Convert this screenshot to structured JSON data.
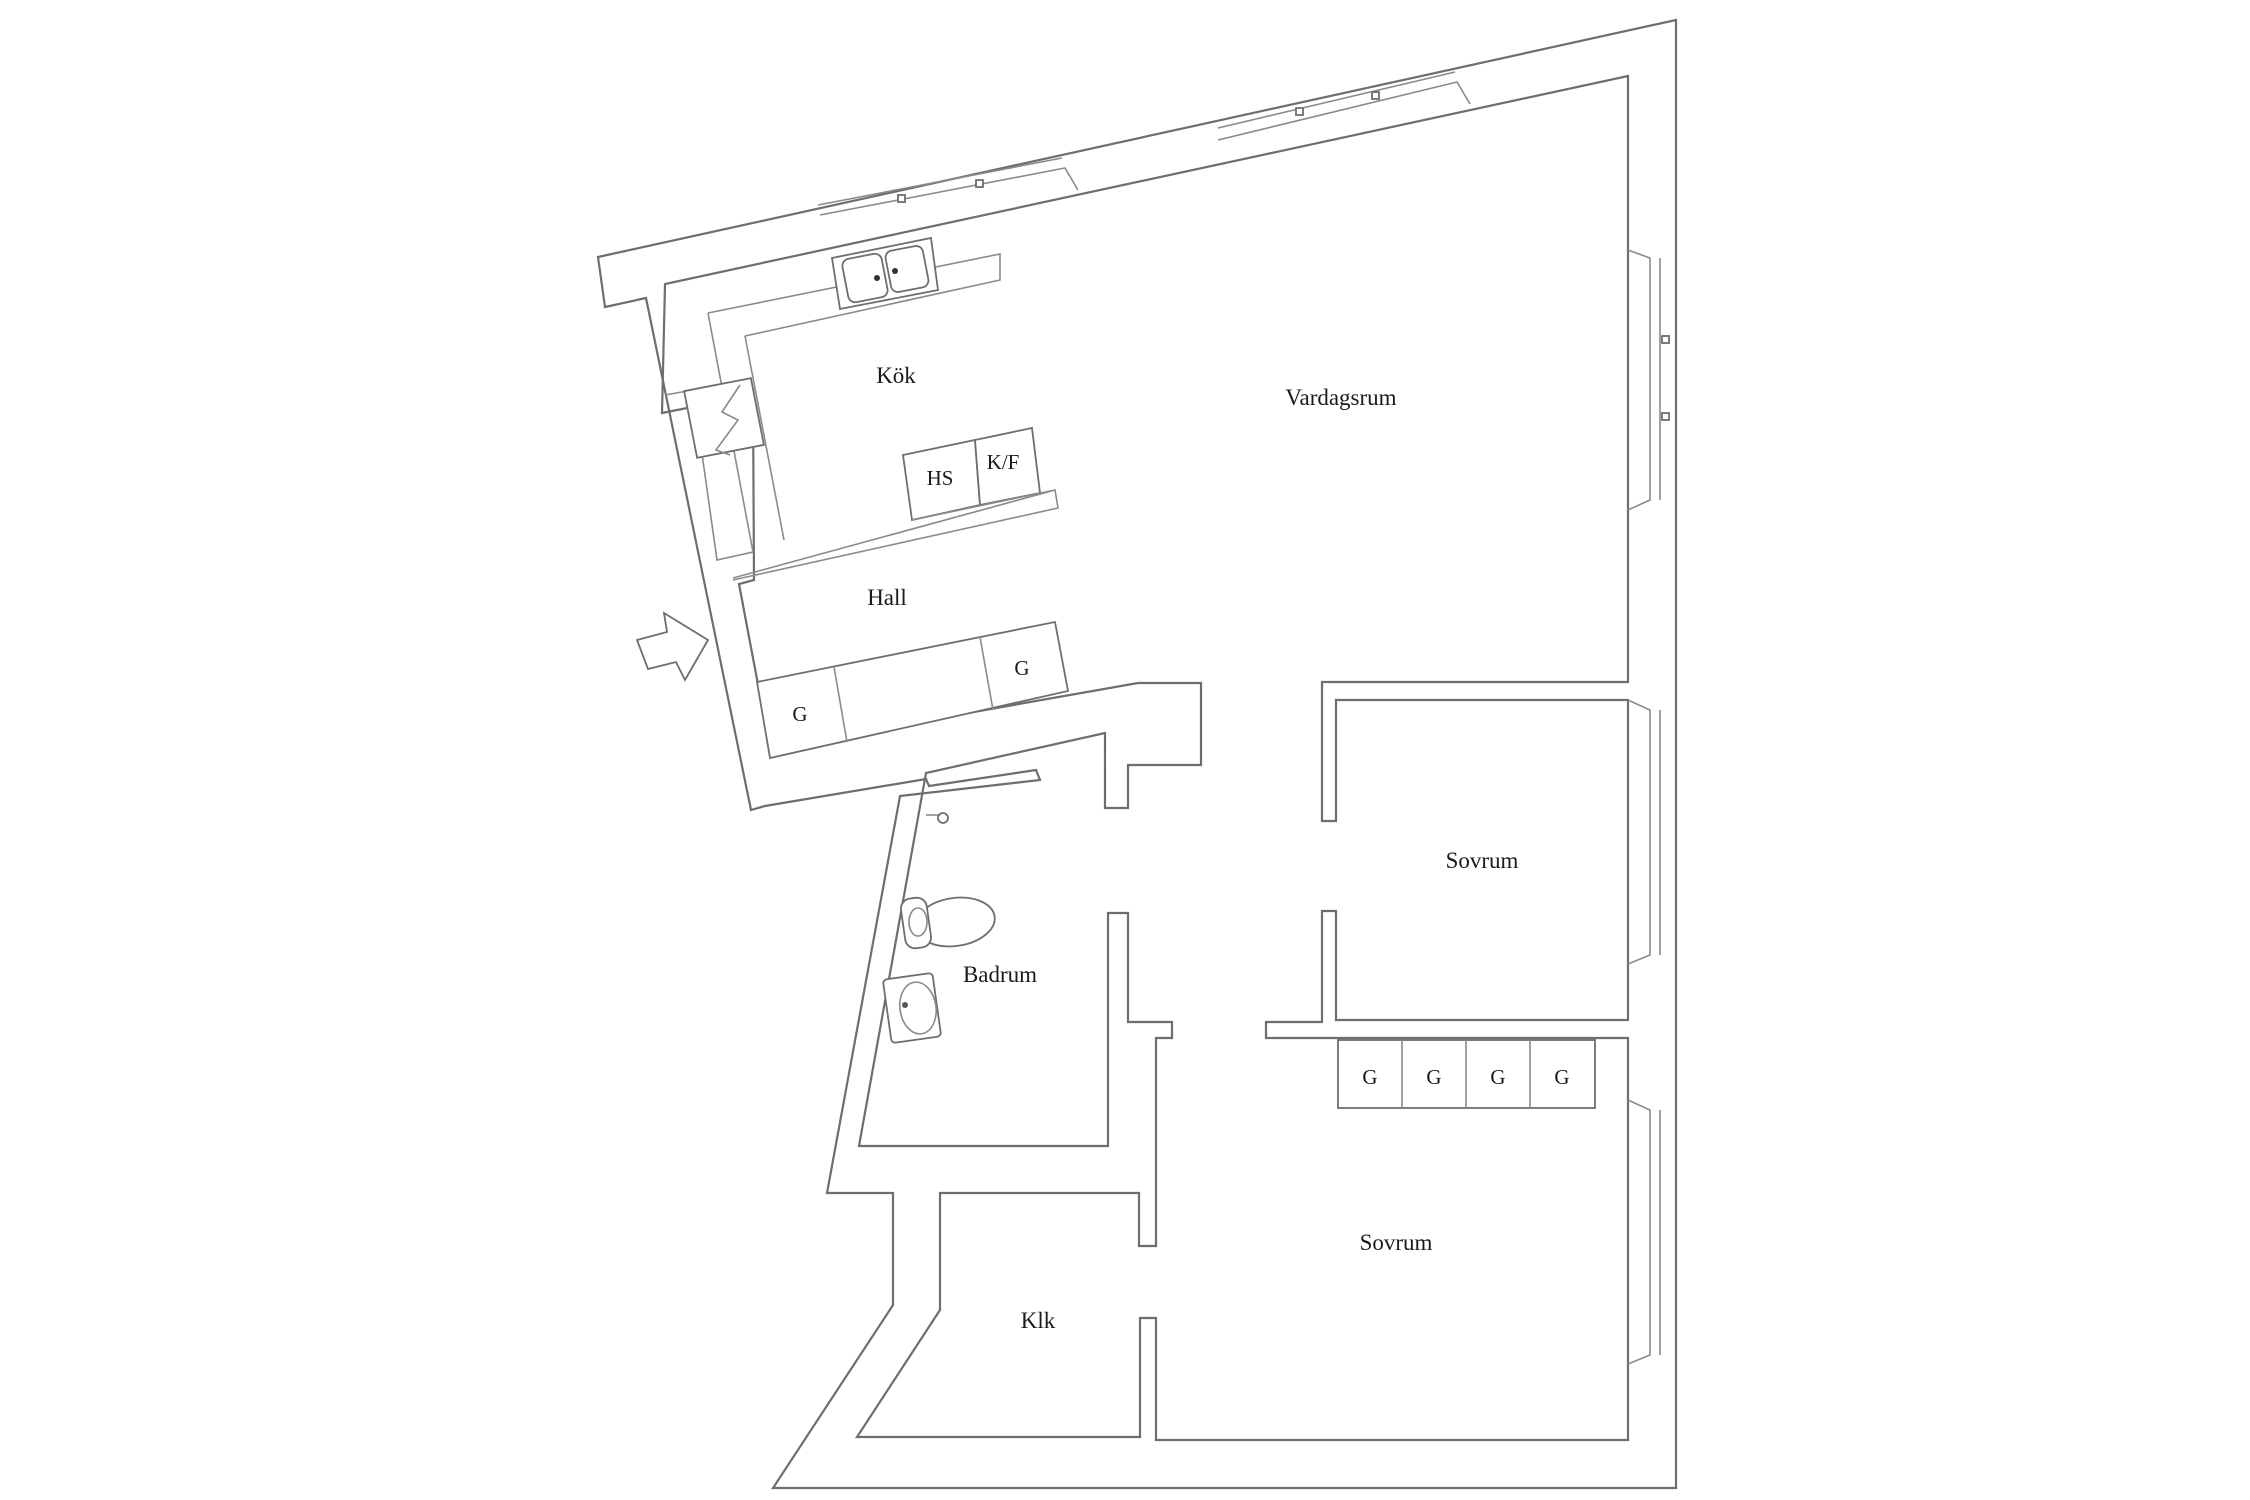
{
  "rooms": {
    "kitchen": "Kök",
    "living_room": "Vardagsrum",
    "hall": "Hall",
    "bedroom_1": "Sovrum",
    "bathroom": "Badrum",
    "bedroom_2": "Sovrum",
    "walk_in_closet": "Klk"
  },
  "appliances": {
    "hs": "HS",
    "kf": "K/F"
  },
  "closets": {
    "hall_1": "G",
    "hall_2": "G",
    "bedroom_1": "G",
    "bedroom_2": "G",
    "bedroom_3": "G",
    "bedroom_4": "G"
  },
  "icons": {
    "entrance": "entrance-arrow-icon",
    "sink": "kitchen-sink-icon",
    "toilet": "toilet-icon",
    "washbasin": "washbasin-icon"
  }
}
